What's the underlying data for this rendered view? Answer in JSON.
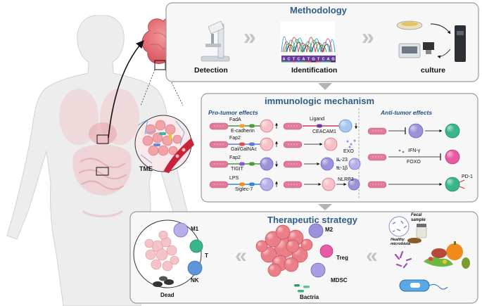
{
  "methodology": {
    "title": "Methodology",
    "steps": [
      "Detection",
      "Identification",
      "culture"
    ],
    "sequence_letters": [
      "A",
      "C",
      "T",
      "C",
      "A",
      "T",
      "G",
      "T",
      "C",
      "A",
      "G"
    ],
    "chevron_glyph": "»"
  },
  "mechanism": {
    "title": "immunologic mechanism",
    "pro_tumor_label": "Pro-tumor effects",
    "anti_tumor_label": "Anti-tumor effects",
    "pro_rows": [
      {
        "receptor": "FadA",
        "ligand": "E-cadherin"
      },
      {
        "receptor": "Fap2",
        "ligand": "Gal/GalNAc"
      },
      {
        "receptor": "Fap2",
        "ligand": "TIGIT"
      },
      {
        "receptor": "LPS",
        "ligand": "Siglec-7"
      }
    ],
    "middle": {
      "ligand": "Ligand",
      "ceacam": "CEACAM1",
      "exo": "EXO",
      "il23": "IL-23",
      "il1b": "IL-1β",
      "nlrp3": "NLRP3"
    },
    "anti": {
      "ifn": "IFN-γ",
      "foxo": "FOXO",
      "pd1": "PD-1"
    }
  },
  "tme_label": "TME",
  "therapy": {
    "title": "Therapeutic strategy",
    "cells": [
      "M1",
      "T",
      "NK"
    ],
    "dead": "Dead",
    "suppressors": [
      "M2",
      "Treg",
      "MDSC"
    ],
    "bacteria": "Bactria",
    "fecal": "Fecal\nsample",
    "microbiota": "Healthy\nmicrobiota",
    "chevron_glyph": "«"
  },
  "colors": {
    "panel_border": "#9a9a9a",
    "title_blue": "#2f5d8c",
    "tumor_pink": "#e8707a",
    "bacterium": "#e27a9a",
    "macrophage": "#8f86d6",
    "t_cell": "#39b58a",
    "nk_cell": "#5f95d6"
  }
}
